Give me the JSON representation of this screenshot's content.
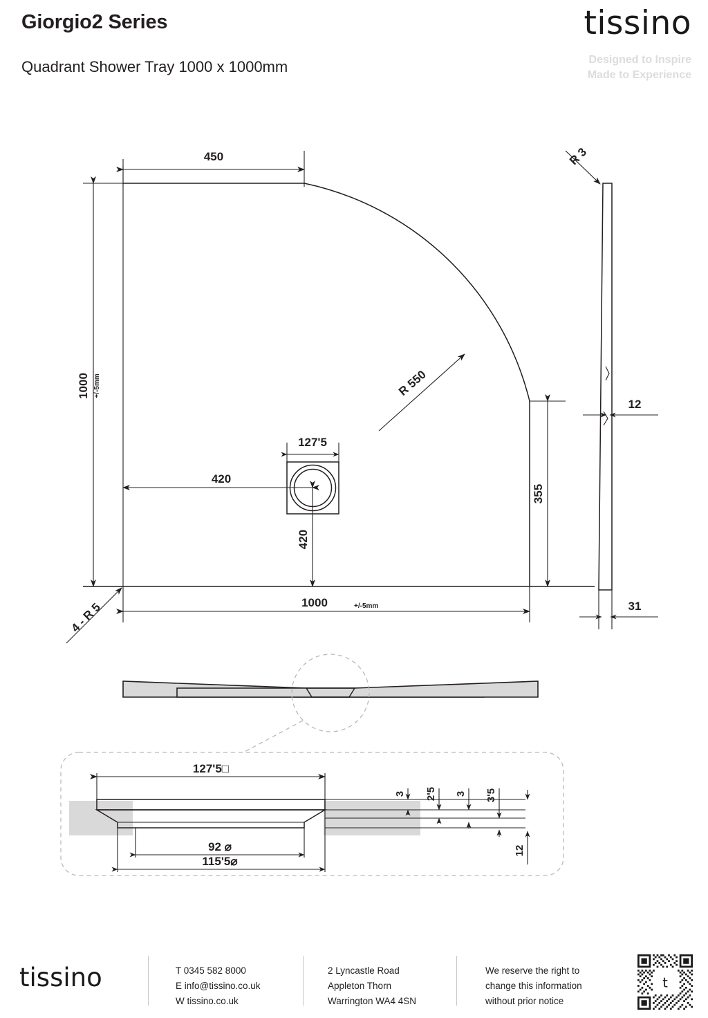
{
  "header": {
    "title": "Giorgio2 Series",
    "subtitle": "Quadrant Shower Tray 1000 x 1000mm",
    "brand": "tissino",
    "tagline_line1": "Designed to Inspire",
    "tagline_line2": "Made to Experience"
  },
  "plan_view": {
    "dim_top_450": "450",
    "dim_left_1000": "1000",
    "dim_left_tol": "+/-5mm",
    "dim_drain_width": "127'5",
    "dim_drain_x": "420",
    "dim_drain_y": "420",
    "radius_corner": "R 550",
    "corner_radii": "4 - R 5",
    "dim_bottom_1000": "1000",
    "dim_bottom_tol": "+/-5mm",
    "dim_right_355": "355"
  },
  "side_view": {
    "radius_edge": "R 3",
    "dim_thickness_12": "12",
    "dim_width_31": "31"
  },
  "detail_view": {
    "dim_grate_square": "127'5□",
    "dim_bore_92": "92 ⌀",
    "dim_flange_115": "115'5⌀",
    "dim_a_3": "3",
    "dim_b_2_5": "2'5",
    "dim_c_3": "3",
    "dim_d_3_5": "3'5",
    "dim_e_12": "12"
  },
  "footer": {
    "logo": "tissino",
    "contact": "T 0345 582 8000\nE info@tissino.co.uk\nW tissino.co.uk",
    "address": "2 Lyncastle Road\nAppleton Thorn\nWarrington WA4 4SN",
    "disclaimer": "We reserve the right to\nchange this information\nwithout prior notice",
    "qr_label": "t"
  },
  "colors": {
    "line": "#231f20",
    "fill": "#d9d9d9",
    "dashed": "#b9b9b9",
    "tagline": "#dcdcdc"
  }
}
